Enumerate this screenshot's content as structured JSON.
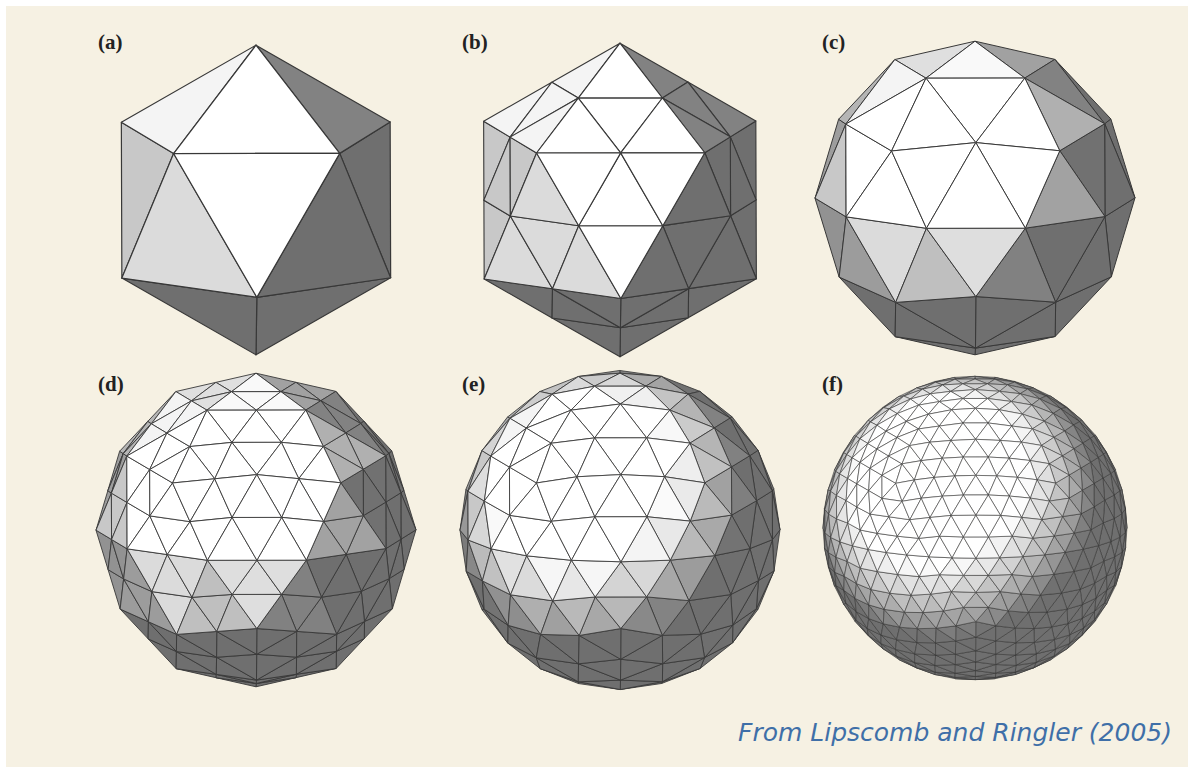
{
  "diagram": {
    "caption": "From Lipscomb and Ringler (2005)",
    "labels": [
      "(a)",
      "(b)",
      "(c)",
      "(d)",
      "(e)",
      "(f)"
    ]
  }
}
